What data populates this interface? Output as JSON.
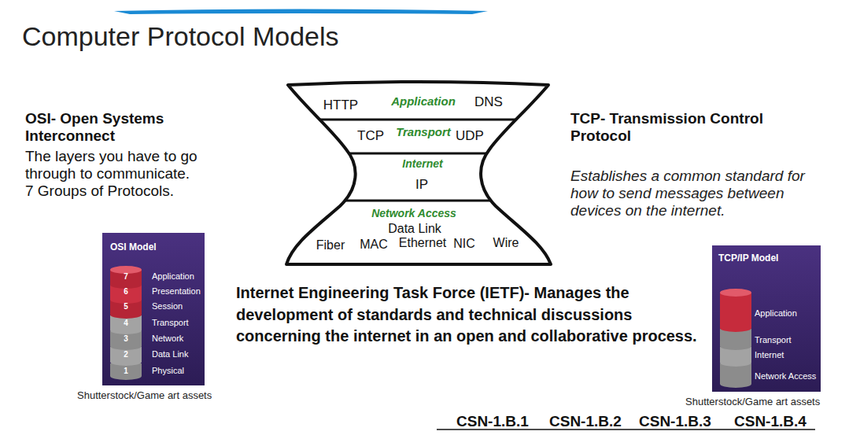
{
  "diagram": {
    "title": "Computer Protocol Models",
    "nodes": [
      {
        "text": [
          "HTTP",
          "Application",
          "DNS"
        ]
      },
      {
        "text": [
          "TCP",
          "Transport",
          "UDP"
        ]
      },
      {
        "text": [
          "Internet",
          "IP"
        ]
      },
      {
        "text": [
          "Network Access",
          "Data Link",
          "Fiber",
          "MAC",
          "Ethernet",
          "NIC",
          "Wire"
        ]
      },
      {
        "text": [
          "OSI Model",
          "7",
          "Application",
          "6",
          "Presentation",
          "5",
          "Session",
          "4",
          "Transport",
          "3",
          "Network",
          "2",
          "Data Link",
          "1",
          "Physical"
        ]
      },
      {
        "text": [
          "TCP/IP Model",
          "Application",
          "Transport",
          "Internet",
          "Network Access"
        ]
      }
    ],
    "labels": [
      "OSI- Open Systems Interconnect",
      "The layers you have to go through to communicate. 7 Groups of Protocols.",
      "TCP- Transmission Control Protocol",
      "Establishes a common standard for how to send messages between devices on the internet.",
      "Internet Engineering Task Force (IETF)- Manages the development of standards and technical discussions concerning the internet in an open and collaborative process.",
      "Shutterstock/Game art assets",
      "Shutterstock/Game art assets",
      "CSN-1.B.1",
      "CSN-1.B.2",
      "CSN-1.B.3",
      "CSN-1.B.4"
    ]
  }
}
